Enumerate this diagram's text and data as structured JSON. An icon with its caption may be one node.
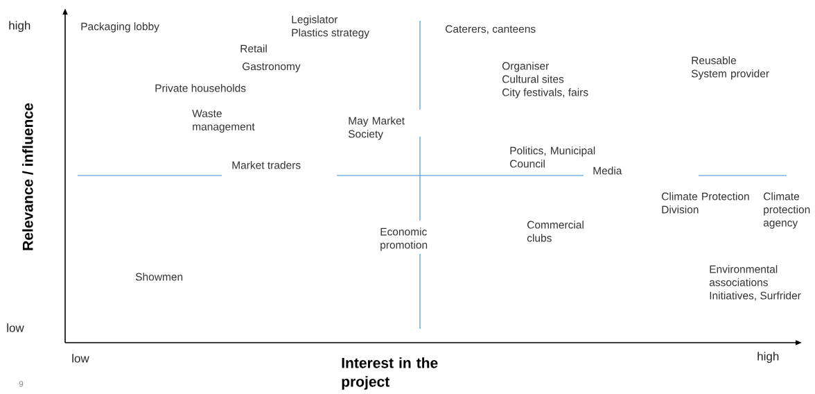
{
  "diagram": {
    "labels": [
      "high",
      "Packaging lobby",
      "Legislator",
      "Plastics strategy",
      "Caterers, canteens",
      "Retail",
      "Gastronomy",
      "Organiser",
      "Cultural sites",
      "City festivals, fairs",
      "Reusable System provider",
      "Private households",
      "Waste management",
      "May Market Society",
      "Politics, Municipal Council",
      "Market traders",
      "Media",
      "Relevance / influence",
      "Climate Protection Division",
      "Climate protection agency",
      "Economic promotion",
      "Commercial clubs",
      "Showmen",
      "Environmental associations",
      "Initiatives, Surfrider",
      "low",
      "low",
      "Interest in the project",
      "high",
      "9"
    ]
  }
}
